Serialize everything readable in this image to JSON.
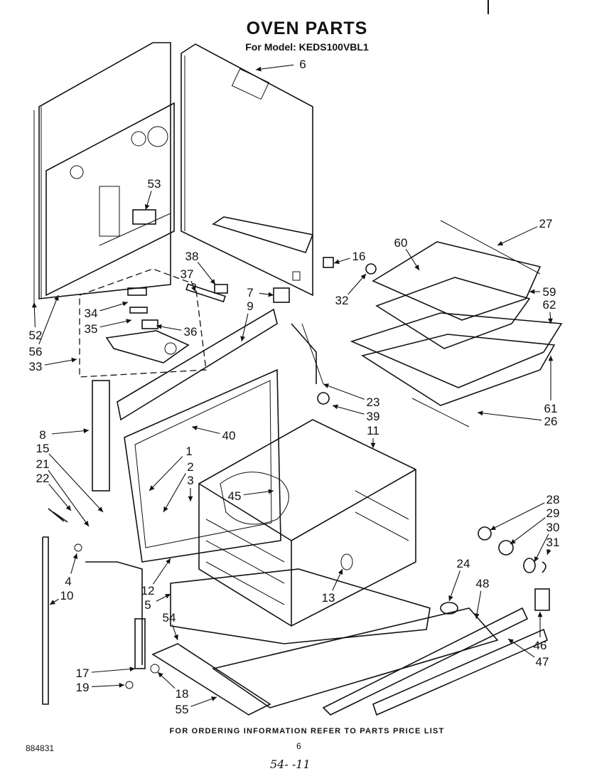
{
  "title": "OVEN PARTS",
  "subtitle": "For Model: KEDS100VBL1",
  "footer_note": "FOR ORDERING INFORMATION REFER TO PARTS PRICE LIST",
  "document_number": "884831",
  "page_number": "6",
  "handwritten_note": "54-  -11",
  "callouts": [
    "1",
    "2",
    "3",
    "4",
    "5",
    "6",
    "7",
    "8",
    "9",
    "10",
    "11",
    "12",
    "13",
    "15",
    "16",
    "17",
    "18",
    "19",
    "21",
    "22",
    "23",
    "24",
    "26",
    "27",
    "28",
    "29",
    "30",
    "31",
    "32",
    "33",
    "34",
    "35",
    "36",
    "37",
    "38",
    "39",
    "40",
    "45",
    "46",
    "47",
    "48",
    "52",
    "53",
    "54",
    "55",
    "56",
    "59",
    "60",
    "61",
    "62"
  ]
}
